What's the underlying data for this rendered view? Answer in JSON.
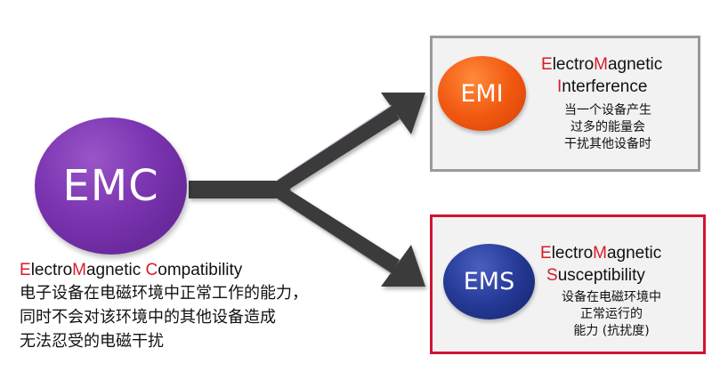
{
  "emc": {
    "label": "EMC",
    "name_parts": [
      {
        "text": "E",
        "hl": true
      },
      {
        "text": "lectro",
        "hl": false
      },
      {
        "text": "M",
        "hl": true
      },
      {
        "text": "agnetic ",
        "hl": false
      },
      {
        "text": "C",
        "hl": true
      },
      {
        "text": "ompatibility",
        "hl": false
      }
    ],
    "desc_lines": [
      "电子设备在电磁环境中正常工作的能力，",
      "同时不会对该环境中的其他设备造成",
      "无法忍受的电磁干扰"
    ]
  },
  "emi": {
    "label": "EMI",
    "name_line1": [
      {
        "text": "E",
        "hl": true
      },
      {
        "text": "lectro",
        "hl": false
      },
      {
        "text": "M",
        "hl": true
      },
      {
        "text": "agnetic",
        "hl": false
      }
    ],
    "name_line2": [
      {
        "text": "I",
        "hl": true
      },
      {
        "text": "nterference",
        "hl": false
      }
    ],
    "desc_lines": [
      "当一个设备产生",
      "过多的能量会",
      "干扰其他设备时"
    ]
  },
  "ems": {
    "label": "EMS",
    "name_line1": [
      {
        "text": "E",
        "hl": true
      },
      {
        "text": "lectro",
        "hl": false
      },
      {
        "text": "M",
        "hl": true
      },
      {
        "text": "agnetic",
        "hl": false
      }
    ],
    "name_line2": [
      {
        "text": "S",
        "hl": true
      },
      {
        "text": "usceptibility",
        "hl": false
      }
    ],
    "desc_lines": [
      "设备在电磁环境中",
      "正常运行的",
      "能力 (抗扰度)"
    ]
  },
  "colors": {
    "arrow": "#3b3b3b",
    "highlight": "#d81b2b",
    "emc_circle": "#7a34b0",
    "emi_circle": "#f25a12",
    "ems_circle": "#253a96",
    "ems_border": "#d01535",
    "emi_border": "#9a9a9a"
  }
}
